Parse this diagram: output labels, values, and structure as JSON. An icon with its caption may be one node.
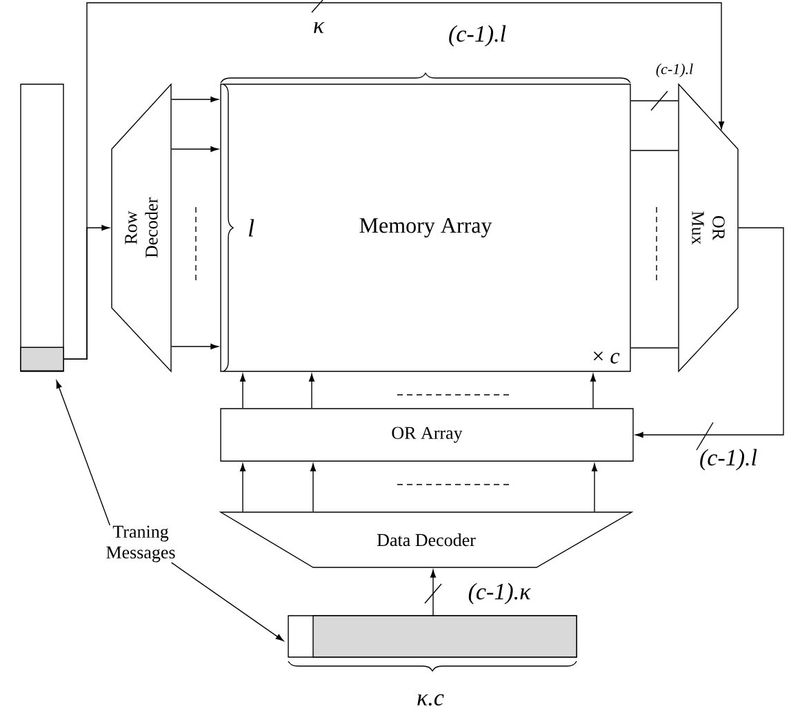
{
  "diagram": {
    "nodes": [
      {
        "text": [],
        "shape": "bar"
      },
      {
        "text": [],
        "shape": "box",
        "in": 0
      },
      {
        "text": [
          "Row Decoder"
        ]
      },
      {
        "text": [
          "Memory Array",
          "× *c*"
        ]
      },
      {
        "text": [
          "OR Mux"
        ]
      },
      {
        "text": [
          "OR Array"
        ]
      },
      {
        "text": [
          "Data Decoder"
        ]
      },
      {
        "text": [],
        "shape": "bar"
      },
      {
        "text": [
          "Traning Messages"
        ]
      }
    ],
    "edges": [
      {
        "from": 1,
        "to": 2,
        "arrow": "to"
      },
      {
        "from": 1,
        "to": 4,
        "arrow": "to",
        "label": "κ"
      },
      {
        "from": 2,
        "to": 3,
        "arrow": "to"
      },
      {
        "from": 2,
        "to": 3,
        "arrow": "to"
      },
      {
        "from": 2,
        "to": 3,
        "arrow": "to"
      },
      {
        "from": 3,
        "to": 4,
        "arrow": "none",
        "label": "(c-1).l"
      },
      {
        "from": 3,
        "to": 4,
        "arrow": "none"
      },
      {
        "from": 3,
        "to": 4,
        "arrow": "none"
      },
      {
        "from": 4,
        "to": 5,
        "arrow": "to",
        "label": "(c-1).l"
      },
      {
        "from": 5,
        "to": 3,
        "arrow": "to"
      },
      {
        "from": 5,
        "to": 3,
        "arrow": "to"
      },
      {
        "from": 5,
        "to": 3,
        "arrow": "to"
      },
      {
        "from": 6,
        "to": 5,
        "arrow": "to"
      },
      {
        "from": 6,
        "to": 5,
        "arrow": "to"
      },
      {
        "from": 6,
        "to": 5,
        "arrow": "to"
      },
      {
        "from": 7,
        "to": 6,
        "arrow": "to",
        "label": "(c-1).κ"
      },
      {
        "from": 8,
        "to": 0,
        "arrow": "to"
      },
      {
        "from": 8,
        "to": 7,
        "arrow": "to"
      }
    ],
    "labels": [
      "(c-1).l",
      "l",
      "κ.c"
    ]
  }
}
